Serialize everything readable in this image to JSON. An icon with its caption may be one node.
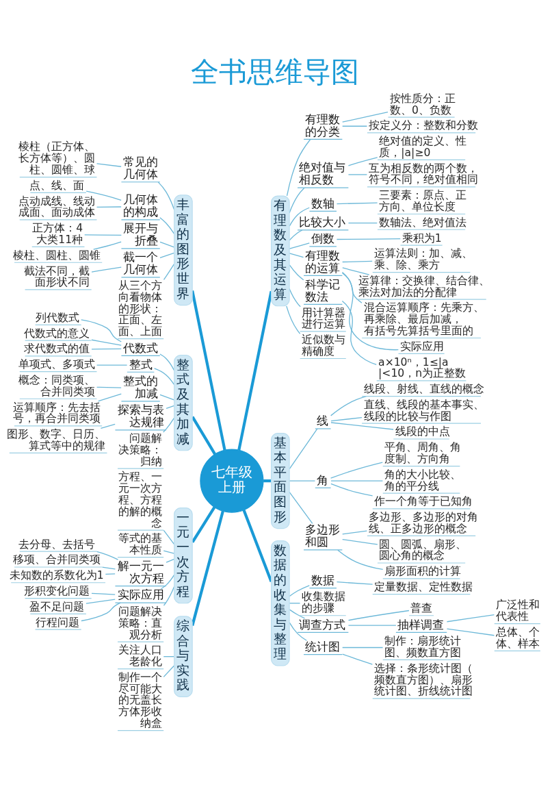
{
  "diagram": {
    "title": "全书思维导图",
    "nodes": [
      {
        "text": [
          "七年级上册"
        ]
      },
      {
        "text": [
          "丰富的图形世界"
        ]
      },
      {
        "text": [
          "常见的几何体"
        ]
      },
      {
        "text": [
          "棱柱（正方体、长方体等）、圆柱、圆锥、球"
        ]
      },
      {
        "text": [
          "几何体的构成"
        ]
      },
      {
        "text": [
          "点、线、面"
        ]
      },
      {
        "text": [
          "点动成线、线动成面、面动成体"
        ]
      },
      {
        "text": [
          "展开与折叠"
        ]
      },
      {
        "text": [
          "正方体：4大类11种"
        ]
      },
      {
        "text": [
          "棱柱、圆柱、圆锥"
        ]
      },
      {
        "text": [
          "截一个几何体"
        ]
      },
      {
        "text": [
          "截法不同，截面形状不同"
        ]
      },
      {
        "text": [
          "从三个方向看物体的形状：正面、左面、上面"
        ]
      },
      {
        "text": [
          "整式及其加减"
        ]
      },
      {
        "text": [
          "代数式"
        ]
      },
      {
        "text": [
          "列代数式"
        ]
      },
      {
        "text": [
          "代数式的意义"
        ]
      },
      {
        "text": [
          "求代数式的值"
        ]
      },
      {
        "text": [
          "整式"
        ]
      },
      {
        "text": [
          "单项式、多项式"
        ]
      },
      {
        "text": [
          "整式的加减"
        ]
      },
      {
        "text": [
          "概念：同类项、合并同类项"
        ]
      },
      {
        "text": [
          "运算顺序：先去括号，再合并同类项"
        ]
      },
      {
        "text": [
          "探索与表达规律"
        ]
      },
      {
        "text": [
          "图形、数字、日历、算式等中的规律"
        ]
      },
      {
        "text": [
          "问题解决策略：归纳"
        ]
      },
      {
        "text": [
          "一元一次方程"
        ]
      },
      {
        "text": [
          "方程、一元一次方程、方程的解的概念"
        ]
      },
      {
        "text": [
          "等式的基本性质"
        ]
      },
      {
        "text": [
          "解一元一次方程"
        ]
      },
      {
        "text": [
          "去分母、去括号"
        ]
      },
      {
        "text": [
          "移项、合并同类项"
        ]
      },
      {
        "text": [
          "未知数的系数化为1"
        ]
      },
      {
        "text": [
          "实际应用"
        ]
      },
      {
        "text": [
          "形积变化问题"
        ]
      },
      {
        "text": [
          "盈不足问题"
        ]
      },
      {
        "text": [
          "行程问题"
        ]
      },
      {
        "text": [
          "问题解决策略：直观分析"
        ]
      },
      {
        "text": [
          "综合与实践"
        ]
      },
      {
        "text": [
          "关注人口老龄化"
        ]
      },
      {
        "text": [
          "制作一个尽可能大的无盖长方体形收纳盒"
        ]
      },
      {
        "text": [
          "有理数及其运算"
        ]
      },
      {
        "text": [
          "有理数的分类"
        ]
      },
      {
        "text": [
          "按性质分：正数、0、负数"
        ]
      },
      {
        "text": [
          "按定义分：整数和分数"
        ]
      },
      {
        "text": [
          "绝对值与相反数"
        ]
      },
      {
        "text": [
          "绝对值的定义、性质，|a|≥0"
        ]
      },
      {
        "text": [
          "互为相反数的两个数，符号不同，绝对值相同"
        ]
      },
      {
        "text": [
          "数轴"
        ]
      },
      {
        "text": [
          "三要素：原点、正方向、单位长度"
        ]
      },
      {
        "text": [
          "比较大小"
        ]
      },
      {
        "text": [
          "数轴法、绝对值法"
        ]
      },
      {
        "text": [
          "倒数"
        ]
      },
      {
        "text": [
          "乘积为1"
        ]
      },
      {
        "text": [
          "有理数的运算"
        ]
      },
      {
        "text": [
          "运算法则：加、减、乘、除、乘方"
        ]
      },
      {
        "text": [
          "运算律：交换律、结合律、乘法对加法的分配律"
        ]
      },
      {
        "text": [
          "混合运算顺序：先乘方、再乘除、最后加减，有括号先算括号里面的"
        ]
      },
      {
        "text": [
          "实际应用"
        ]
      },
      {
        "text": [
          "科学记数法"
        ]
      },
      {
        "text": [
          "a×10ⁿ，1≤|a|<10，n为正整数"
        ]
      },
      {
        "text": [
          "用计算器进行运算"
        ]
      },
      {
        "text": [
          "近似数与精确度"
        ]
      },
      {
        "text": [
          "基本平面图形"
        ]
      },
      {
        "text": [
          "线"
        ]
      },
      {
        "text": [
          "线段、射线、直线的概念"
        ]
      },
      {
        "text": [
          "直线、线段的基本事实、线段的比较与作图"
        ]
      },
      {
        "text": [
          "线段的中点"
        ]
      },
      {
        "text": [
          "角"
        ]
      },
      {
        "text": [
          "平角、周角、角度制、方向角"
        ]
      },
      {
        "text": [
          "角的大小比较、角的平分线"
        ]
      },
      {
        "text": [
          "作一个角等于已知角"
        ]
      },
      {
        "text": [
          "多边形和圆"
        ]
      },
      {
        "text": [
          "多边形、多边形的对角线、正多边形的概念"
        ]
      },
      {
        "text": [
          "圆、圆弧、扇形、圆心角的概念"
        ]
      },
      {
        "text": [
          "扇形面积的计算"
        ]
      },
      {
        "text": [
          "数据的收集与整理"
        ]
      },
      {
        "text": [
          "数据"
        ]
      },
      {
        "text": [
          "定量数据、定性数据"
        ]
      },
      {
        "text": [
          "收集数据的步骤"
        ]
      },
      {
        "text": [
          "调查方式"
        ]
      },
      {
        "text": [
          "普查"
        ]
      },
      {
        "text": [
          "抽样调查"
        ]
      },
      {
        "text": [
          "广泛性和代表性"
        ]
      },
      {
        "text": [
          "总体、个体、样本"
        ]
      },
      {
        "text": [
          "统计图"
        ]
      },
      {
        "text": [
          "制作：扇形统计图、频数直方图"
        ]
      },
      {
        "text": [
          "选择：条形统计图（频数直方图）、扇形统计图、折线统计图"
        ]
      }
    ],
    "edges": [
      {
        "from": 1,
        "to": 0,
        "arrow": "none",
        "style": "thick",
        "color": "#1a9ad6"
      },
      {
        "from": 2,
        "to": 1,
        "arrow": "none"
      },
      {
        "from": 3,
        "to": 2,
        "arrow": "none"
      },
      {
        "from": 4,
        "to": 1,
        "arrow": "none"
      },
      {
        "from": 5,
        "to": 4,
        "arrow": "none"
      },
      {
        "from": 6,
        "to": 4,
        "arrow": "none"
      },
      {
        "from": 7,
        "to": 1,
        "arrow": "none"
      },
      {
        "from": 8,
        "to": 7,
        "arrow": "none"
      },
      {
        "from": 9,
        "to": 7,
        "arrow": "none"
      },
      {
        "from": 10,
        "to": 1,
        "arrow": "none"
      },
      {
        "from": 11,
        "to": 10,
        "arrow": "none"
      },
      {
        "from": 12,
        "to": 1,
        "arrow": "none"
      },
      {
        "from": 13,
        "to": 0,
        "arrow": "none",
        "style": "thick",
        "color": "#1a9ad6"
      },
      {
        "from": 14,
        "to": 13,
        "arrow": "none"
      },
      {
        "from": 15,
        "to": 14,
        "arrow": "none"
      },
      {
        "from": 16,
        "to": 14,
        "arrow": "none"
      },
      {
        "from": 17,
        "to": 14,
        "arrow": "none"
      },
      {
        "from": 18,
        "to": 13,
        "arrow": "none"
      },
      {
        "from": 19,
        "to": 18,
        "arrow": "none"
      },
      {
        "from": 20,
        "to": 13,
        "arrow": "none"
      },
      {
        "from": 21,
        "to": 20,
        "arrow": "none"
      },
      {
        "from": 22,
        "to": 20,
        "arrow": "none"
      },
      {
        "from": 23,
        "to": 13,
        "arrow": "none"
      },
      {
        "from": 24,
        "to": 23,
        "arrow": "none"
      },
      {
        "from": 25,
        "to": 13,
        "arrow": "none"
      },
      {
        "from": 26,
        "to": 0,
        "arrow": "none",
        "style": "thick",
        "color": "#1a9ad6"
      },
      {
        "from": 27,
        "to": 26,
        "arrow": "none"
      },
      {
        "from": 28,
        "to": 26,
        "arrow": "none"
      },
      {
        "from": 29,
        "to": 26,
        "arrow": "none"
      },
      {
        "from": 30,
        "to": 29,
        "arrow": "none"
      },
      {
        "from": 31,
        "to": 29,
        "arrow": "none"
      },
      {
        "from": 32,
        "to": 29,
        "arrow": "none"
      },
      {
        "from": 33,
        "to": 26,
        "arrow": "none"
      },
      {
        "from": 34,
        "to": 33,
        "arrow": "none"
      },
      {
        "from": 35,
        "to": 33,
        "arrow": "none"
      },
      {
        "from": 36,
        "to": 33,
        "arrow": "none"
      },
      {
        "from": 37,
        "to": 26,
        "arrow": "none"
      },
      {
        "from": 38,
        "to": 0,
        "arrow": "none",
        "style": "thick",
        "color": "#1a9ad6"
      },
      {
        "from": 39,
        "to": 38,
        "arrow": "none"
      },
      {
        "from": 40,
        "to": 38,
        "arrow": "none"
      },
      {
        "from": 0,
        "to": 41,
        "arrow": "none",
        "style": "thick",
        "color": "#1a9ad6"
      },
      {
        "from": 41,
        "to": 42,
        "arrow": "none"
      },
      {
        "from": 42,
        "to": 43,
        "arrow": "none"
      },
      {
        "from": 42,
        "to": 44,
        "arrow": "none"
      },
      {
        "from": 41,
        "to": 45,
        "arrow": "none"
      },
      {
        "from": 45,
        "to": 46,
        "arrow": "none"
      },
      {
        "from": 45,
        "to": 47,
        "arrow": "none"
      },
      {
        "from": 41,
        "to": 48,
        "arrow": "none"
      },
      {
        "from": 48,
        "to": 49,
        "arrow": "none"
      },
      {
        "from": 41,
        "to": 50,
        "arrow": "none"
      },
      {
        "from": 50,
        "to": 51,
        "arrow": "none"
      },
      {
        "from": 41,
        "to": 52,
        "arrow": "none"
      },
      {
        "from": 52,
        "to": 53,
        "arrow": "none"
      },
      {
        "from": 41,
        "to": 54,
        "arrow": "none"
      },
      {
        "from": 54,
        "to": 55,
        "arrow": "none"
      },
      {
        "from": 54,
        "to": 56,
        "arrow": "none"
      },
      {
        "from": 54,
        "to": 57,
        "arrow": "none"
      },
      {
        "from": 54,
        "to": 58,
        "arrow": "none"
      },
      {
        "from": 41,
        "to": 59,
        "arrow": "none"
      },
      {
        "from": 59,
        "to": 60,
        "arrow": "none"
      },
      {
        "from": 41,
        "to": 61,
        "arrow": "none"
      },
      {
        "from": 41,
        "to": 62,
        "arrow": "none"
      },
      {
        "from": 0,
        "to": 63,
        "arrow": "none",
        "style": "thick",
        "color": "#1a9ad6"
      },
      {
        "from": 63,
        "to": 64,
        "arrow": "none"
      },
      {
        "from": 64,
        "to": 65,
        "arrow": "none"
      },
      {
        "from": 64,
        "to": 66,
        "arrow": "none"
      },
      {
        "from": 64,
        "to": 67,
        "arrow": "none"
      },
      {
        "from": 63,
        "to": 68,
        "arrow": "none"
      },
      {
        "from": 68,
        "to": 69,
        "arrow": "none"
      },
      {
        "from": 68,
        "to": 70,
        "arrow": "none"
      },
      {
        "from": 68,
        "to": 71,
        "arrow": "none"
      },
      {
        "from": 63,
        "to": 72,
        "arrow": "none"
      },
      {
        "from": 72,
        "to": 73,
        "arrow": "none"
      },
      {
        "from": 72,
        "to": 74,
        "arrow": "none"
      },
      {
        "from": 72,
        "to": 75,
        "arrow": "none"
      },
      {
        "from": 0,
        "to": 76,
        "arrow": "none",
        "style": "thick",
        "color": "#1a9ad6"
      },
      {
        "from": 76,
        "to": 77,
        "arrow": "none"
      },
      {
        "from": 77,
        "to": 78,
        "arrow": "none"
      },
      {
        "from": 76,
        "to": 79,
        "arrow": "none"
      },
      {
        "from": 76,
        "to": 80,
        "arrow": "none"
      },
      {
        "from": 80,
        "to": 81,
        "arrow": "none"
      },
      {
        "from": 80,
        "to": 82,
        "arrow": "none"
      },
      {
        "from": 82,
        "to": 83,
        "arrow": "none"
      },
      {
        "from": 82,
        "to": 84,
        "arrow": "none"
      },
      {
        "from": 76,
        "to": 85,
        "arrow": "none"
      },
      {
        "from": 85,
        "to": 86,
        "arrow": "none"
      },
      {
        "from": 85,
        "to": 87,
        "arrow": "none"
      }
    ]
  }
}
